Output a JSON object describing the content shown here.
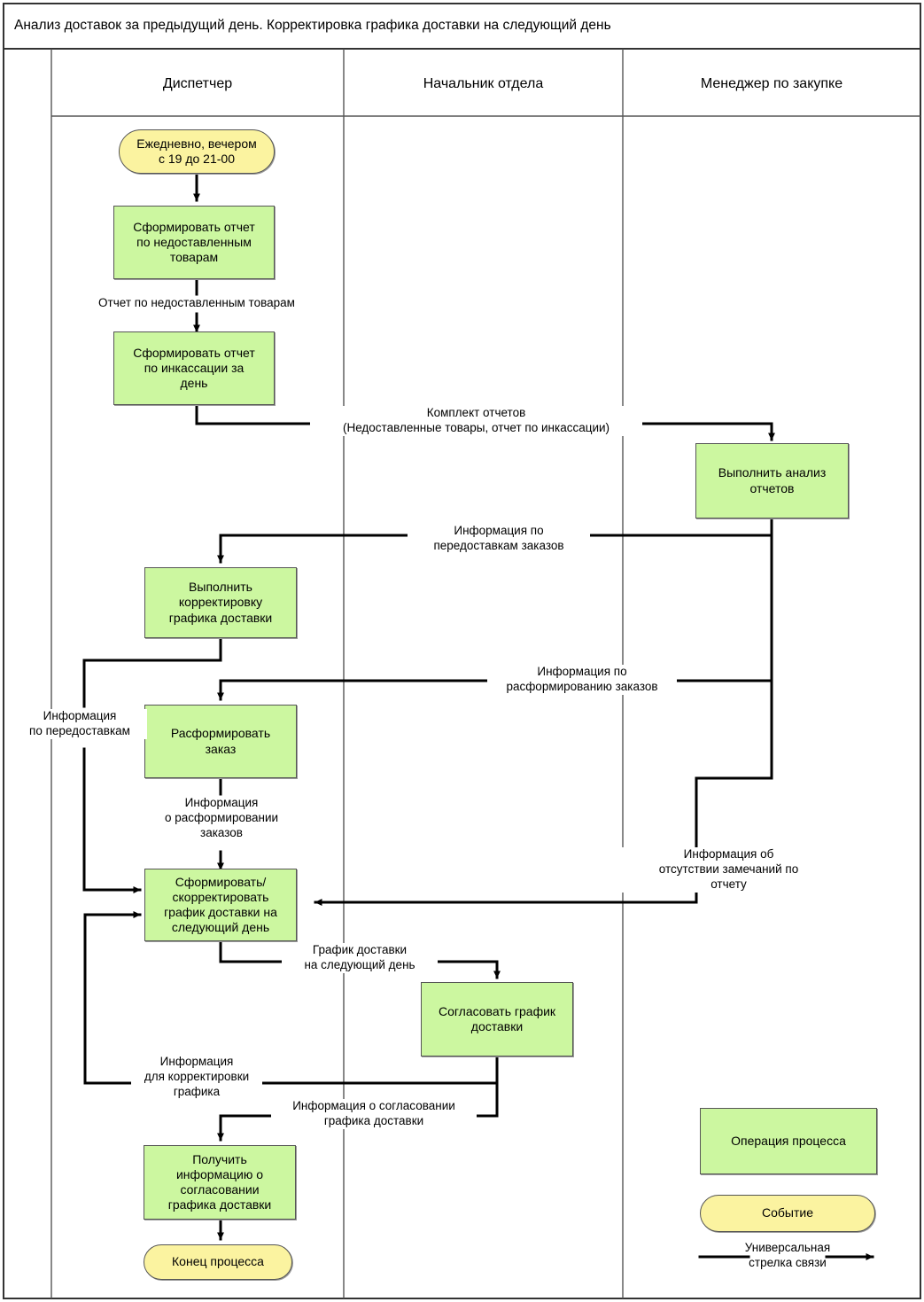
{
  "diagram": {
    "title": "Анализ доставок за предыдущий день. Корректировка графика доставки на следующий день",
    "type": "cross-functional-flowchart-swimlane",
    "lanes": [
      {
        "id": "dispatcher",
        "label": "Диспетчер"
      },
      {
        "id": "head_of_department",
        "label": "Начальник отдела"
      },
      {
        "id": "purchase_manager",
        "label": "Менеджер по закупке"
      }
    ],
    "nodes": [
      {
        "id": "n1",
        "lane": "dispatcher",
        "shape": "event",
        "label": "Ежедневно, вечером\nс 19 до 21-00"
      },
      {
        "id": "n2",
        "lane": "dispatcher",
        "shape": "process",
        "label": "Сформировать отчет\nпо недоставленным\nтоварам"
      },
      {
        "id": "n3",
        "lane": "dispatcher",
        "shape": "process",
        "label": "Сформировать отчет\nпо инкассации за\nдень"
      },
      {
        "id": "n4",
        "lane": "purchase_manager",
        "shape": "process",
        "label": "Выполнить анализ\nотчетов"
      },
      {
        "id": "n5",
        "lane": "dispatcher",
        "shape": "process",
        "label": "Выполнить\nкорректировку\nграфика доставки"
      },
      {
        "id": "n6",
        "lane": "dispatcher",
        "shape": "process",
        "label": "Расформировать\nзаказ"
      },
      {
        "id": "n7",
        "lane": "dispatcher",
        "shape": "process",
        "label": "Сформировать/\nскорректировать\nграфик доставки на\nследующий день"
      },
      {
        "id": "n8",
        "lane": "head_of_department",
        "shape": "process",
        "label": "Согласовать график\nдоставки"
      },
      {
        "id": "n9",
        "lane": "dispatcher",
        "shape": "process",
        "label": "Получить\nинформацию о\nсогласовании\nграфика доставки"
      },
      {
        "id": "n10",
        "lane": "dispatcher",
        "shape": "event",
        "label": "Конец процесса"
      }
    ],
    "edge_labels": [
      {
        "id": "e1",
        "text": "Отчет по недоставленным товарам"
      },
      {
        "id": "e2",
        "text": "Комплект отчетов\n(Недоставленные товары, отчет по инкассации)"
      },
      {
        "id": "e3",
        "text": "Информация по\nпередоставкам заказов"
      },
      {
        "id": "e4",
        "text": "Информация по\nрасформированию заказов"
      },
      {
        "id": "e5",
        "text": "Информация\nпо передоставкам"
      },
      {
        "id": "e6",
        "text": "Информация\nо расформировании\nзаказов"
      },
      {
        "id": "e7",
        "text": "Информация об\nотсутствии замечаний по\nотчету"
      },
      {
        "id": "e8",
        "text": "График доставки\nна следующий день"
      },
      {
        "id": "e9",
        "text": "Информация\nдля корректировки\nграфика"
      },
      {
        "id": "e10",
        "text": "Информация о согласовании\nграфика доставки"
      }
    ],
    "legend": {
      "process_label": "Операция процесса",
      "event_label": "Событие",
      "arrow_label": "Универсальная\nстрелка связи"
    },
    "colors": {
      "process_fill": "#ccf7a0",
      "event_fill": "#fbf3a0",
      "stroke": "#000000",
      "border": "#555555",
      "background": "#ffffff"
    }
  }
}
